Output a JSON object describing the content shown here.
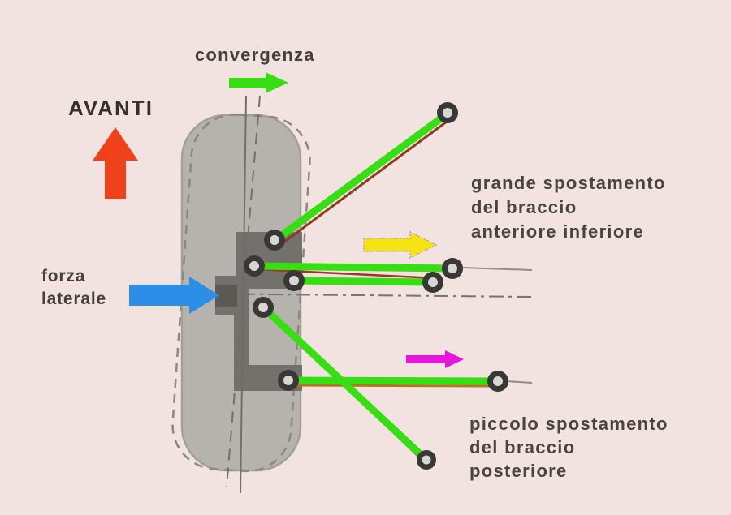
{
  "labels": {
    "convergenza": "convergenza",
    "avanti": "AVANTI",
    "forza_laterale": {
      "line1": "forza",
      "line2": "laterale"
    },
    "grande_spostamento": {
      "line1": "grande spostamento",
      "line2": "del braccio",
      "line3": "anteriore inferiore"
    },
    "piccolo_spostamento": {
      "line1": "piccolo spostamento",
      "line2": "del braccio",
      "line3": "posteriore"
    }
  },
  "icons": {
    "avanti_arrow": "up-arrow",
    "convergenza_arrow": "right-arrow",
    "forza_laterale_arrow": "right-arrow",
    "anterior_displacement_arrow": "right-arrow",
    "posterior_displacement_arrow": "right-arrow"
  },
  "colors": {
    "background": "#f2e3e1",
    "tire_fill": "#b6b3ae",
    "tire_edge": "#a3a099",
    "dashed_outline": "#8b8882",
    "knuckle_gray": "#6e6b66",
    "hub_dark": "#5b5954",
    "arm_green": "#35df12",
    "joint_ring": "#383836",
    "joint_core": "#d8d6d2",
    "trace_red": "#8f3b22",
    "trace_orange": "#b5741e",
    "axis_gray": "#77736e",
    "arrow_red": "#ef421b",
    "arrow_blue": "#2b8fe8",
    "arrow_yellow": "#f5e312",
    "arrow_magenta": "#e616dc",
    "text": "#474039"
  }
}
